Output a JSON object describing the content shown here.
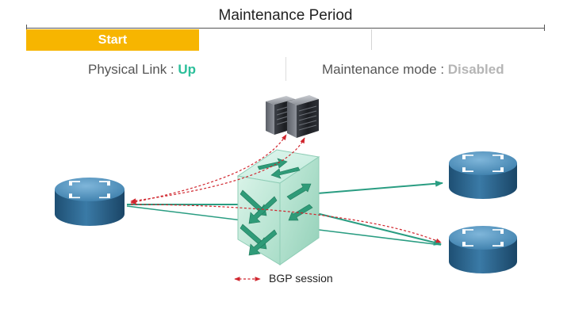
{
  "header": {
    "title": "Maintenance Period"
  },
  "timeline": {
    "start_label": "Start"
  },
  "status": {
    "physical_link_label": "Physical Link : ",
    "physical_link_value": "Up",
    "maintenance_mode_label": "Maintenance mode : ",
    "maintenance_mode_value": "Disabled"
  },
  "legend": {
    "bgp_label": "BGP session"
  },
  "colors": {
    "accent_orange": "#f7b500",
    "status_up": "#2bbf9a",
    "status_disabled": "#b5b5b5",
    "link_teal": "#2a9d82",
    "bgp_red": "#d0262e",
    "router_blue": "#2f6d98",
    "switch_green": "#b7ead6"
  },
  "nodes": {
    "servers": {
      "icon": "server-rack-icon"
    },
    "switch": {
      "icon": "network-switch-icon"
    },
    "routers": [
      "router-left-icon",
      "router-right-top-icon",
      "router-right-bottom-icon"
    ]
  }
}
